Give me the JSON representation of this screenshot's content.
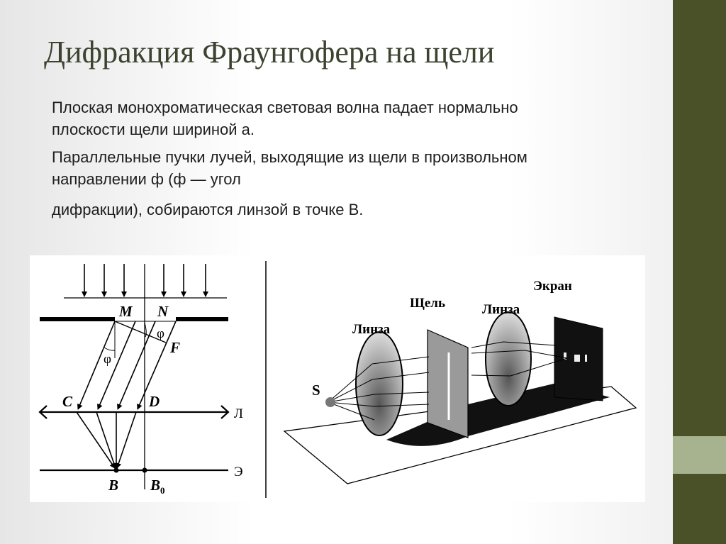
{
  "slide": {
    "title": "Дифракция Фраунгофера на щели",
    "paragraphs": [
      "Плоская  монохроматическая световая волна падает нормально  плоскости щели шириной а.",
      "Параллельные пучки лучей, выходящие из  щели в произвольном  направлении ф (ф — угол",
      "дифракции),  собираются линзой в точке В."
    ],
    "theme": {
      "stripe": "#4a5028",
      "band": "#a7b38f"
    }
  },
  "left_diagram": {
    "labels": {
      "M": "M",
      "N": "N",
      "F": "F",
      "phi1": "φ",
      "phi2": "φ",
      "C": "C",
      "D": "D",
      "lens": "Л",
      "screen": "Э",
      "B": "B",
      "B0": "B",
      "B0_sub": "0"
    }
  },
  "right_diagram": {
    "labels": {
      "source": "S",
      "lens1": "Линза",
      "slit": "Щель",
      "lens2": "Линза",
      "screen": "Экран"
    }
  }
}
